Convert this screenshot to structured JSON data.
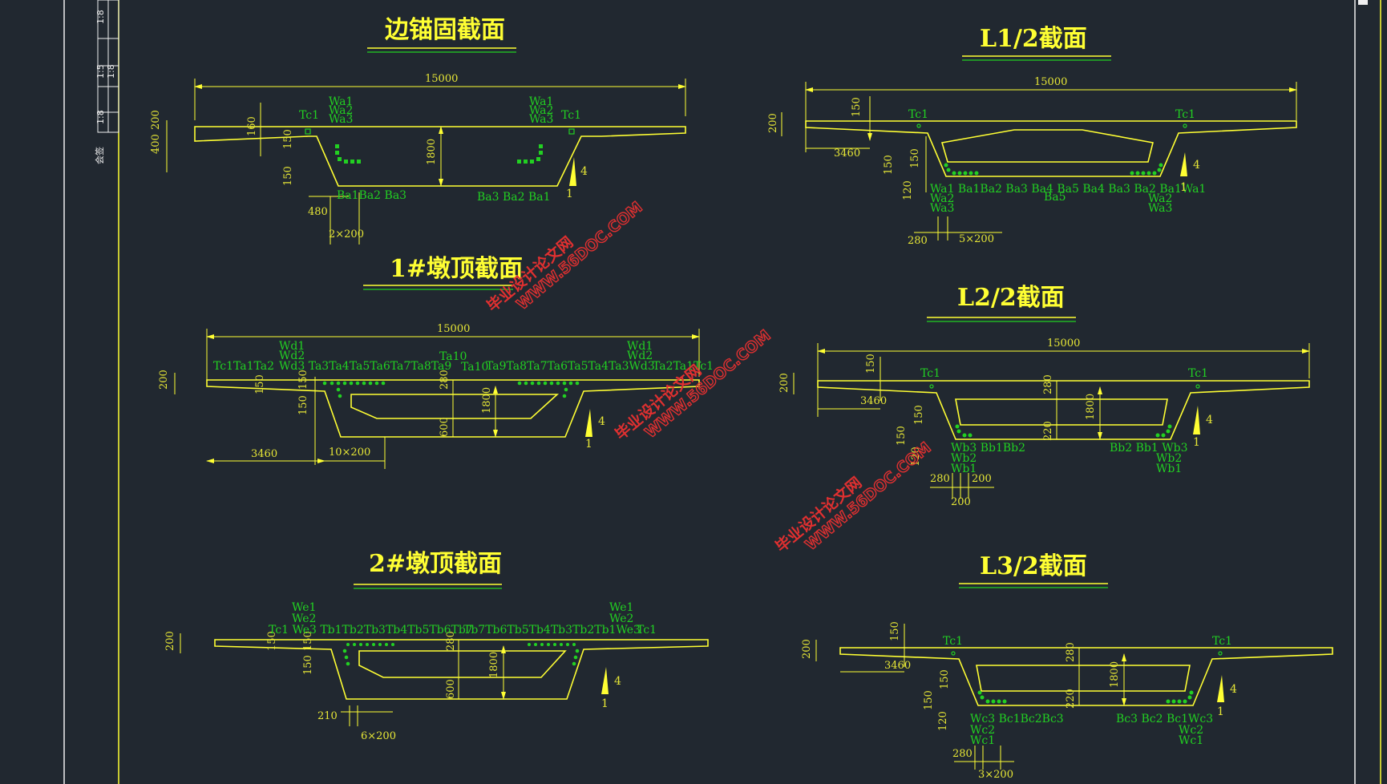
{
  "sheet": {
    "side_label": "会签",
    "side_cells": [
      "1:8",
      "1:5",
      "1:8",
      "1:8"
    ]
  },
  "watermarks": [
    {
      "line1": "毕业设计论文网",
      "line2": "WWW.56DOC.COM"
    },
    {
      "line1": "毕业设计论文网",
      "line2": "WWW.56DOC.COM"
    },
    {
      "line1": "毕业设计论文网",
      "line2": "WWW.56DOC.COM"
    }
  ],
  "sections": {
    "edge": {
      "title": "边锚固截面",
      "width": "15000",
      "d_400": "400",
      "d_200": "200",
      "d_160": "160",
      "d_150a": "150",
      "d_150b": "150",
      "d_1800": "1800",
      "d_480": "480",
      "d_2x200": "2×200",
      "wa_left": [
        "Wa1",
        "Wa2",
        "Wa3"
      ],
      "wa_right": [
        "Wa1",
        "Wa2",
        "Wa3"
      ],
      "tc_left": "Tc1",
      "tc_right": "Tc1",
      "ba_left": "Ba1Ba2 Ba3",
      "ba_right": "Ba3 Ba2 Ba1",
      "slope_top": "4",
      "slope_bot": "1"
    },
    "pier1": {
      "title": "1#墩顶截面",
      "width": "15000",
      "d_200": "200",
      "d_150a": "150",
      "d_150b": "150",
      "d_150c": "150",
      "d_280": "280",
      "d_1800": "1800",
      "d_600": "600",
      "d_3460": "3460",
      "d_10x200": "10×200",
      "wd_left": [
        "Wd1",
        "Wd2"
      ],
      "wd_right": [
        "Wd1",
        "Wd2"
      ],
      "row_left": "Tc1Ta1Ta2",
      "row_mid_left": "Wd3  Ta3Ta4Ta5Ta6Ta7Ta8Ta9",
      "ta10_top": "Ta10",
      "ta10_left": "Ta10",
      "row_mid_right": "Ta9Ta8Ta7Ta6Ta5Ta4Ta3Wd3",
      "row_right": "Ta2Ta1Tc1",
      "slope_top": "4",
      "slope_bot": "1"
    },
    "pier2": {
      "title": "2#墩顶截面",
      "d_200": "200",
      "d_150a": "150",
      "d_150b": "150",
      "d_150c": "150",
      "d_280": "280",
      "d_1800": "1800",
      "d_600": "600",
      "d_210": "210",
      "d_6x200": "6×200",
      "we_left": [
        "We1",
        "We2"
      ],
      "we_right": [
        "We1",
        "We2"
      ],
      "row_left": "Tc1 We3 Tb1Tb2Tb3Tb4Tb5Tb6Tb7",
      "row_right": "Tb7Tb6Tb5Tb4Tb3Tb2Tb1We3",
      "tc_right": "Tc1",
      "slope_top": "4",
      "slope_bot": "1"
    },
    "l1": {
      "title": "L1/2截面",
      "width": "15000",
      "d_200": "200",
      "d_150a": "150",
      "d_150b": "150",
      "d_150c": "150",
      "d_120": "120",
      "d_3460": "3460",
      "d_280": "280",
      "d_5x200": "5×200",
      "tc_left": "Tc1",
      "tc_right": "Tc1",
      "row": "Wa1  Ba1Ba2 Ba3 Ba4 Ba5  Ba4 Ba3 Ba2 Ba1Wa1",
      "ba5": "Ba5",
      "wa_left": [
        "Wa2",
        "Wa3"
      ],
      "wa_right": [
        "Wa2",
        "Wa3"
      ],
      "slope_top": "4",
      "slope_bot": "1"
    },
    "l2": {
      "title": "L2/2截面",
      "width": "15000",
      "d_200": "200",
      "d_150a": "150",
      "d_150b": "150",
      "d_150c": "150",
      "d_120": "120",
      "d_3460": "3460",
      "d_280": "280",
      "d_220": "220",
      "d_1800": "1800",
      "d_280b": "280",
      "d_200a": "200",
      "d_200b": "200",
      "tc_left": "Tc1",
      "tc_right": "Tc1",
      "row_left": "Wb3  Bb1Bb2",
      "row_right": "Bb2 Bb1 Wb3",
      "wb_left": [
        "Wb2",
        "Wb1"
      ],
      "wb_right": [
        "Wb2",
        "Wb1"
      ],
      "slope_top": "4",
      "slope_bot": "1"
    },
    "l3": {
      "title": "L3/2截面",
      "d_200": "200",
      "d_150a": "150",
      "d_150b": "150",
      "d_150c": "150",
      "d_120": "120",
      "d_3460": "3460",
      "d_280": "280",
      "d_220": "220",
      "d_1800": "1800",
      "d_280b": "280",
      "d_3x200": "3×200",
      "tc_left": "Tc1",
      "tc_right": "Tc1",
      "row_left": "Wc3  Bc1Bc2Bc3",
      "row_right": "Bc3 Bc2 Bc1Wc3",
      "wc_left": [
        "Wc2",
        "Wc1"
      ],
      "wc_right": [
        "Wc2",
        "Wc1"
      ],
      "slope_top": "4",
      "slope_bot": "1"
    }
  }
}
